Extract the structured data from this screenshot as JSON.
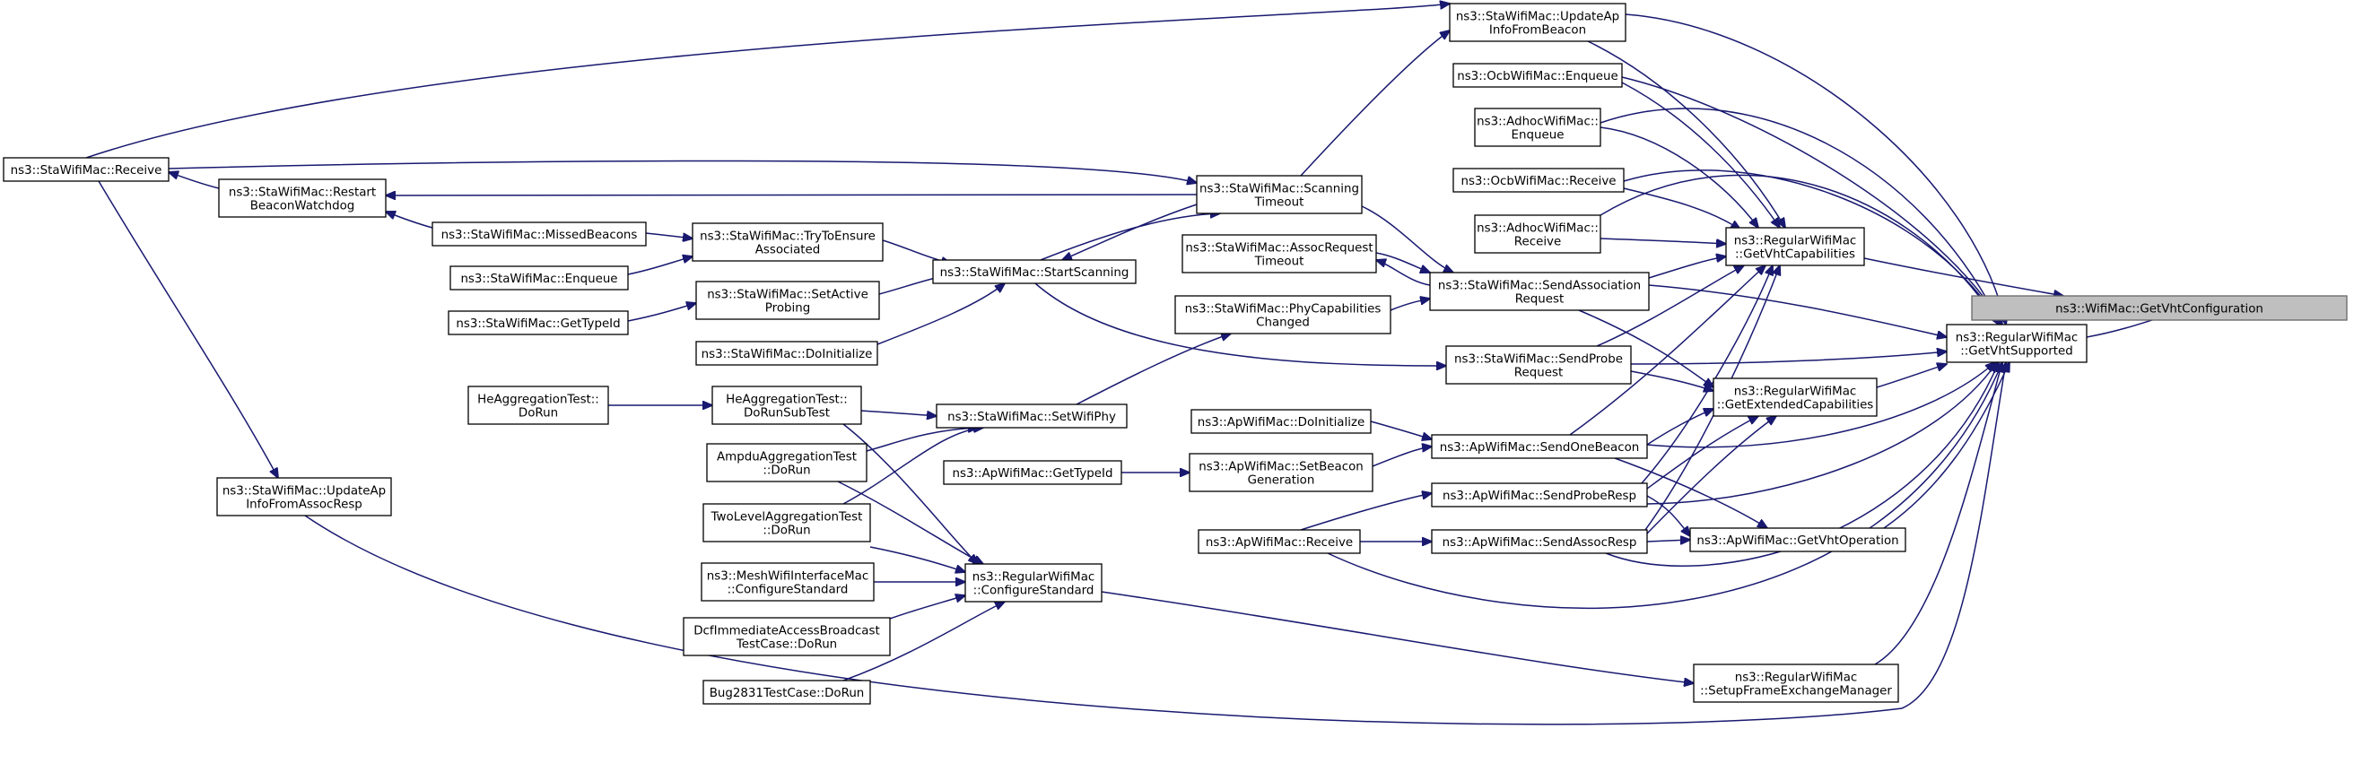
{
  "graph": {
    "colors": {
      "edge": "#191970",
      "node_border": "#000000",
      "highlight_fill": "#bfbfbf",
      "background": "#ffffff"
    },
    "nodes": [
      {
        "id": "getvhtconfig",
        "lines": [
          "ns3::WifiMac::GetVhtConfiguration"
        ],
        "highlight": true
      },
      {
        "id": "getvhtsupported",
        "lines": [
          "ns3::RegularWifiMac",
          "::GetVhtSupported"
        ]
      },
      {
        "id": "getvhtcap",
        "lines": [
          "ns3::RegularWifiMac",
          "::GetVhtCapabilities"
        ]
      },
      {
        "id": "getextcap",
        "lines": [
          "ns3::RegularWifiMac",
          "::GetExtendedCapabilities"
        ]
      },
      {
        "id": "apgetvhtop",
        "lines": [
          "ns3::ApWifiMac::GetVhtOperation"
        ]
      },
      {
        "id": "setupfem",
        "lines": [
          "ns3::RegularWifiMac",
          "::SetupFrameExchangeManager"
        ]
      },
      {
        "id": "updapbeacon",
        "lines": [
          "ns3::StaWifiMac::UpdateAp",
          "InfoFromBeacon"
        ]
      },
      {
        "id": "ocbenqueue",
        "lines": [
          "ns3::OcbWifiMac::Enqueue"
        ]
      },
      {
        "id": "adhocenqueue",
        "lines": [
          "ns3::AdhocWifiMac::",
          "Enqueue"
        ]
      },
      {
        "id": "ocbreceive",
        "lines": [
          "ns3::OcbWifiMac::Receive"
        ]
      },
      {
        "id": "adhocreceive",
        "lines": [
          "ns3::AdhocWifiMac::",
          "Receive"
        ]
      },
      {
        "id": "sendassocreq",
        "lines": [
          "ns3::StaWifiMac::SendAssociation",
          "Request"
        ]
      },
      {
        "id": "sendprobereq",
        "lines": [
          "ns3::StaWifiMac::SendProbe",
          "Request"
        ]
      },
      {
        "id": "sendonebeacon",
        "lines": [
          "ns3::ApWifiMac::SendOneBeacon"
        ]
      },
      {
        "id": "sendproberesp",
        "lines": [
          "ns3::ApWifiMac::SendProbeResp"
        ]
      },
      {
        "id": "sendassocresp",
        "lines": [
          "ns3::ApWifiMac::SendAssocResp"
        ]
      },
      {
        "id": "scantimeout",
        "lines": [
          "ns3::StaWifiMac::Scanning",
          "Timeout"
        ]
      },
      {
        "id": "assocreqtimeout",
        "lines": [
          "ns3::StaWifiMac::AssocRequest",
          "Timeout"
        ]
      },
      {
        "id": "phycapchanged",
        "lines": [
          "ns3::StaWifiMac::PhyCapabilities",
          "Changed"
        ]
      },
      {
        "id": "apdoinit",
        "lines": [
          "ns3::ApWifiMac::DoInitialize"
        ]
      },
      {
        "id": "setbeacongen",
        "lines": [
          "ns3::ApWifiMac::SetBeacon",
          "Generation"
        ]
      },
      {
        "id": "apgettypeid",
        "lines": [
          "ns3::ApWifiMac::GetTypeId"
        ]
      },
      {
        "id": "apreceive",
        "lines": [
          "ns3::ApWifiMac::Receive"
        ]
      },
      {
        "id": "stareceive",
        "lines": [
          "ns3::StaWifiMac::Receive"
        ]
      },
      {
        "id": "restartbw",
        "lines": [
          "ns3::StaWifiMac::Restart",
          "BeaconWatchdog"
        ]
      },
      {
        "id": "missedbeacons",
        "lines": [
          "ns3::StaWifiMac::MissedBeacons"
        ]
      },
      {
        "id": "staenqueue",
        "lines": [
          "ns3::StaWifiMac::Enqueue"
        ]
      },
      {
        "id": "stagettypeid",
        "lines": [
          "ns3::StaWifiMac::GetTypeId"
        ]
      },
      {
        "id": "tryensure",
        "lines": [
          "ns3::StaWifiMac::TryToEnsure",
          "Associated"
        ]
      },
      {
        "id": "setactiveprobing",
        "lines": [
          "ns3::StaWifiMac::SetActive",
          "Probing"
        ]
      },
      {
        "id": "stadoinit",
        "lines": [
          "ns3::StaWifiMac::DoInitialize"
        ]
      },
      {
        "id": "startscanning",
        "lines": [
          "ns3::StaWifiMac::StartScanning"
        ]
      },
      {
        "id": "setwifiphy",
        "lines": [
          "ns3::StaWifiMac::SetWifiPhy"
        ]
      },
      {
        "id": "heaggdorun",
        "lines": [
          "HeAggregationTest::",
          "DoRun"
        ]
      },
      {
        "id": "heaggdorunsub",
        "lines": [
          "HeAggregationTest::",
          "DoRunSubTest"
        ]
      },
      {
        "id": "ampdudorun",
        "lines": [
          "AmpduAggregationTest",
          "::DoRun"
        ]
      },
      {
        "id": "twoleveldorun",
        "lines": [
          "TwoLevelAggregationTest",
          "::DoRun"
        ]
      },
      {
        "id": "meshconfig",
        "lines": [
          "ns3::MeshWifiInterfaceMac",
          "::ConfigureStandard"
        ]
      },
      {
        "id": "dcfdorun",
        "lines": [
          "DcfImmediateAccessBroadcast",
          "TestCase::DoRun"
        ]
      },
      {
        "id": "bug2831",
        "lines": [
          "Bug2831TestCase::DoRun"
        ]
      },
      {
        "id": "configstd",
        "lines": [
          "ns3::RegularWifiMac",
          "::ConfigureStandard"
        ]
      },
      {
        "id": "updapassoc",
        "lines": [
          "ns3::StaWifiMac::UpdateAp",
          "InfoFromAssocResp"
        ]
      }
    ]
  }
}
